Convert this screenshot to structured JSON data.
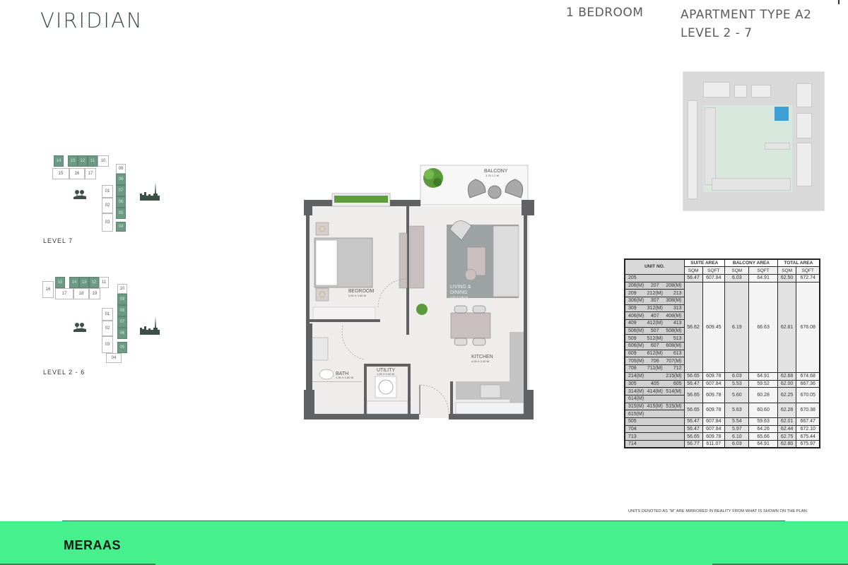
{
  "header": {
    "project_name": "VIRIDIAN",
    "bedrooms": "1 BEDROOM",
    "apartment_type": "APARTMENT TYPE A2",
    "levels": "LEVEL 2 - 7"
  },
  "key_plans": [
    {
      "label": "LEVEL 7",
      "units": [
        "14",
        "13",
        "12",
        "11",
        "10",
        "15",
        "16",
        "17",
        "09",
        "08",
        "07",
        "06",
        "05",
        "04",
        "01",
        "02",
        "03"
      ],
      "highlighted": [
        "14",
        "13",
        "12",
        "11",
        "08",
        "07",
        "06",
        "05",
        "04"
      ]
    },
    {
      "label": "LEVEL 2 - 6",
      "units": [
        "16",
        "15",
        "14",
        "13",
        "12",
        "11",
        "17",
        "18",
        "19",
        "10",
        "09",
        "08",
        "07",
        "06",
        "05",
        "01",
        "02",
        "03",
        "04"
      ],
      "highlighted": [
        "15",
        "14",
        "13",
        "12",
        "09",
        "08",
        "07",
        "06",
        "05"
      ]
    }
  ],
  "floor_plan": {
    "rooms": [
      {
        "name": "BALCONY",
        "dims": "3.75 1.2 M"
      },
      {
        "name": "BEDROOM",
        "dims": "3.50 X 4.50 M"
      },
      {
        "name": "LIVING &",
        "name2": "DINING",
        "dims": "4.00 X 4.50 M"
      },
      {
        "name": "KITCHEN",
        "dims": "4.00 X 2.40 M"
      },
      {
        "name": "BATH",
        "dims": "1.90 X 2.80 M"
      },
      {
        "name": "UTILITY",
        "dims": "1.25 X 0.90 M"
      }
    ]
  },
  "site_plan": {
    "highlight_color": "#3d9fd6"
  },
  "area_table": {
    "headers": {
      "unit_no": "UNIT NO.",
      "suite_area": "SUITE AREA",
      "balcony_area": "BALCONY AREA",
      "total_area": "TOTAL AREA",
      "sqm": "SQM",
      "sqft": "SQFT"
    },
    "rows": [
      {
        "units": [
          [
            "205"
          ]
        ],
        "suite_sqm": "56.47",
        "suite_sqft": "607.84",
        "balcony_sqm": "6.03",
        "balcony_sqft": "64.91",
        "total_sqm": "62.50",
        "total_sqft": "672.74"
      },
      {
        "units": [
          [
            "206(M)",
            "207",
            "208(M)"
          ],
          [
            "209",
            "212(M)",
            "213"
          ],
          [
            "306(M)",
            "307",
            "308(M)"
          ],
          [
            "309",
            "312(M)",
            "313"
          ],
          [
            "406(M)",
            "407",
            "408(M)"
          ],
          [
            "409",
            "412(M)",
            "413"
          ],
          [
            "506(M)",
            "507",
            "508(M)"
          ],
          [
            "509",
            "512(M)",
            "513"
          ],
          [
            "606(M)",
            "607",
            "608(M)"
          ],
          [
            "609",
            "612(M)",
            "613"
          ],
          [
            "705(M)",
            "706",
            "707(M)"
          ],
          [
            "708",
            "711(M)",
            "712"
          ]
        ],
        "suite_sqm": "56.62",
        "suite_sqft": "609.45",
        "balcony_sqm": "6.19",
        "balcony_sqft": "66.63",
        "total_sqm": "62.81",
        "total_sqft": "676.08"
      },
      {
        "units": [
          [
            "214(M)",
            "215(M)"
          ]
        ],
        "suite_sqm": "56.65",
        "suite_sqft": "609.78",
        "balcony_sqm": "6.03",
        "balcony_sqft": "64.91",
        "total_sqm": "62.68",
        "total_sqft": "674.68"
      },
      {
        "units": [
          [
            "305",
            "405",
            "605"
          ]
        ],
        "suite_sqm": "56.47",
        "suite_sqft": "607.84",
        "balcony_sqm": "5.53",
        "balcony_sqft": "59.52",
        "total_sqm": "62.00",
        "total_sqft": "667.36"
      },
      {
        "units": [
          [
            "314(M)",
            "414(M)",
            "514(M)"
          ],
          [
            "614(M)"
          ]
        ],
        "suite_sqm": "56.65",
        "suite_sqft": "609.78",
        "balcony_sqm": "5.60",
        "balcony_sqft": "60.28",
        "total_sqm": "62.25",
        "total_sqft": "670.05"
      },
      {
        "units": [
          [
            "315(M)",
            "415(M)",
            "515(M)"
          ],
          [
            "615(M)"
          ]
        ],
        "suite_sqm": "56.65",
        "suite_sqft": "609.78",
        "balcony_sqm": "5.63",
        "balcony_sqft": "60.60",
        "total_sqm": "62.28",
        "total_sqft": "670.38"
      },
      {
        "units": [
          [
            "505"
          ]
        ],
        "suite_sqm": "56.47",
        "suite_sqft": "607.84",
        "balcony_sqm": "5.54",
        "balcony_sqft": "59.63",
        "total_sqm": "62.01",
        "total_sqft": "667.47"
      },
      {
        "units": [
          [
            "704"
          ]
        ],
        "suite_sqm": "56.47",
        "suite_sqft": "607.84",
        "balcony_sqm": "5.97",
        "balcony_sqft": "64.26",
        "total_sqm": "62.44",
        "total_sqft": "672.10"
      },
      {
        "units": [
          [
            "713"
          ]
        ],
        "suite_sqm": "56.65",
        "suite_sqft": "609.78",
        "balcony_sqm": "6.10",
        "balcony_sqft": "65.66",
        "total_sqm": "62.75",
        "total_sqft": "675.44"
      },
      {
        "units": [
          [
            "714"
          ]
        ],
        "suite_sqm": "56.77",
        "suite_sqft": "611.07",
        "balcony_sqm": "6.03",
        "balcony_sqft": "64.91",
        "total_sqm": "62.80",
        "total_sqft": "675.97"
      }
    ],
    "note": "UNITS DENOTED AS \"M\" ARE MIRRORED IN REALITY FROM WHAT IS SHOWN ON THE PLAN"
  },
  "footer": {
    "brand": "MERAAS",
    "color": "#46f08c"
  }
}
